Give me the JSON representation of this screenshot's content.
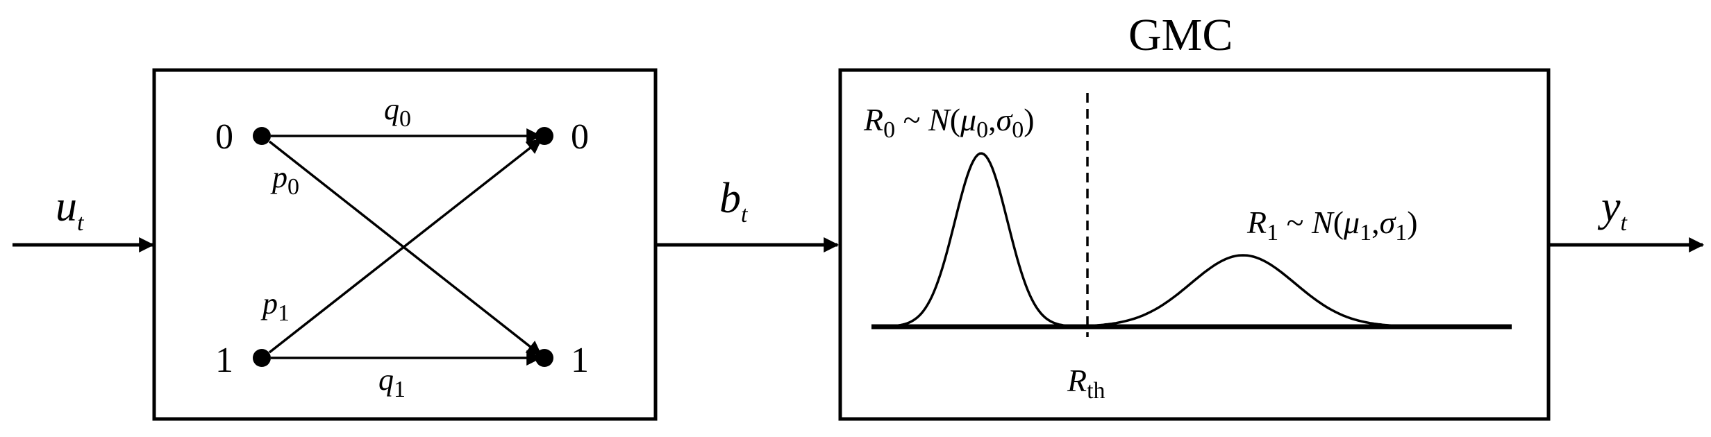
{
  "signals": {
    "input": {
      "symbol": "u",
      "subscript": "t"
    },
    "middle": {
      "symbol": "b",
      "subscript": "t"
    },
    "output": {
      "symbol": "y",
      "subscript": "t"
    }
  },
  "channel": {
    "left_states": [
      "0",
      "1"
    ],
    "right_states": [
      "0",
      "1"
    ],
    "edges": {
      "q0": {
        "symbol": "q",
        "subscript": "0"
      },
      "q1": {
        "symbol": "q",
        "subscript": "1"
      },
      "p0": {
        "symbol": "p",
        "subscript": "0"
      },
      "p1": {
        "symbol": "p",
        "subscript": "1"
      }
    }
  },
  "gmc": {
    "title": "GMC",
    "r0": {
      "symbol": "R",
      "subscript": "0",
      "dist": "N",
      "mu": "μ",
      "sigma": "σ",
      "index": "0"
    },
    "r1": {
      "symbol": "R",
      "subscript": "1",
      "dist": "N",
      "mu": "μ",
      "sigma": "σ",
      "index": "1"
    },
    "threshold": {
      "symbol": "R",
      "subscript": "th"
    }
  },
  "colors": {
    "ink": "#000000",
    "background": "#ffffff"
  }
}
